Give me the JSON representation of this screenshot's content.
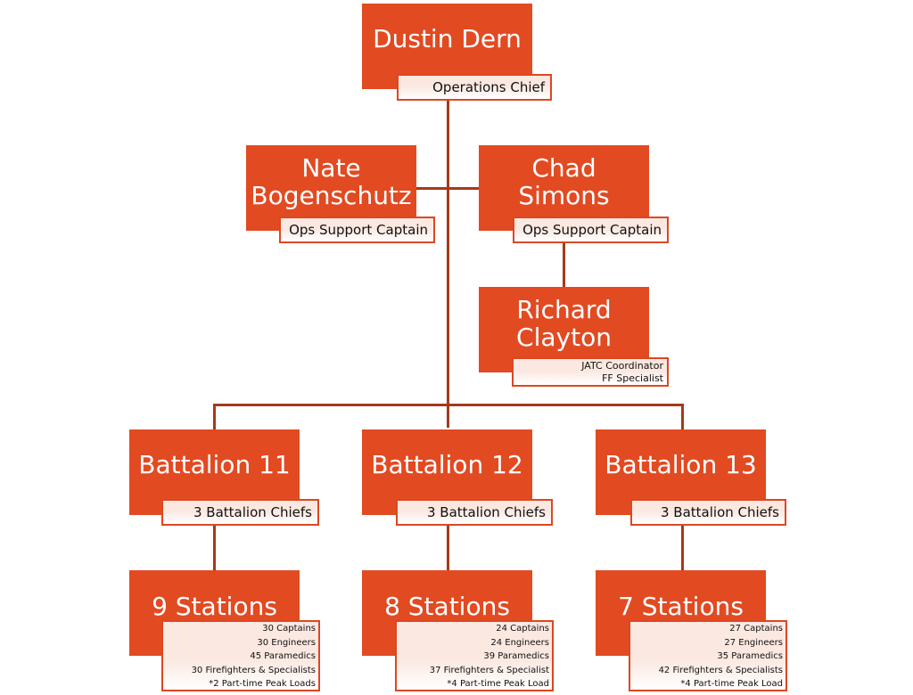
{
  "top": {
    "name": "Dustin Dern",
    "title": "Operations Chief"
  },
  "support": [
    {
      "name": "Nate\nBogenschutz",
      "title": "Ops Support Captain"
    },
    {
      "name": "Chad\nSimons",
      "title": "Ops Support Captain"
    }
  ],
  "coordinator": {
    "name": "Richard\nClayton",
    "lines": [
      "JATC Coordinator",
      "FF Specialist"
    ]
  },
  "battalions": [
    {
      "name": "Battalion 11",
      "chiefs": "3 Battalion Chiefs",
      "stations": "9 Stations",
      "staff": [
        "30 Captains",
        "30 Engineers",
        "45 Paramedics",
        "30 Firefighters & Specialists",
        "*2 Part-time Peak Loads"
      ]
    },
    {
      "name": "Battalion 12",
      "chiefs": "3 Battalion Chiefs",
      "stations": "8 Stations",
      "staff": [
        "24 Captains",
        "24 Engineers",
        "39 Paramedics",
        "37 Firefighters & Specialist",
        "*4 Part-time Peak Load"
      ]
    },
    {
      "name": "Battalion 13",
      "chiefs": "3 Battalion Chiefs",
      "stations": "7 Stations",
      "staff": [
        "27 Captains",
        "27 Engineers",
        "35 Paramedics",
        "42 Firefighters & Specialists",
        "*4 Part-time Peak Load"
      ]
    }
  ],
  "colors": {
    "box": "#e24a22",
    "line": "#a5391a",
    "label_border": "#dd4722"
  }
}
